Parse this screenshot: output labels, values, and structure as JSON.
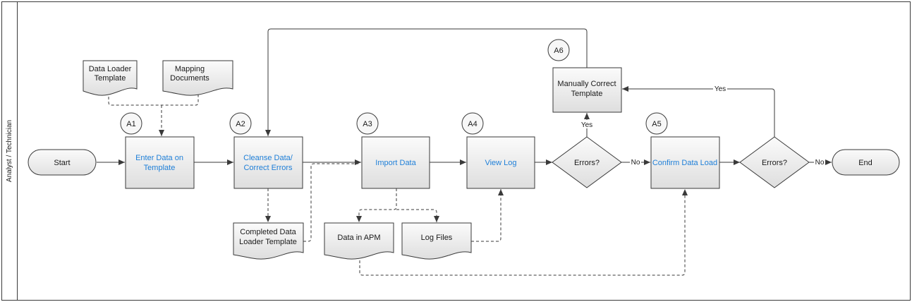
{
  "lane": {
    "label": "Analyst / Technician"
  },
  "start": "Start",
  "end": "End",
  "docs": {
    "data_loader_template": [
      "Data Loader",
      "Template"
    ],
    "mapping_documents": [
      "Mapping",
      "Documents"
    ],
    "completed_template": [
      "Completed Data",
      "Loader Template"
    ],
    "data_in_apm": "Data in APM",
    "log_files": "Log Files"
  },
  "steps": {
    "a1": {
      "id": "A1",
      "label": [
        "Enter Data on",
        "Template"
      ]
    },
    "a2": {
      "id": "A2",
      "label": [
        "Cleanse Data/",
        "Correct Errors"
      ]
    },
    "a3": {
      "id": "A3",
      "label": "Import Data"
    },
    "a4": {
      "id": "A4",
      "label": "View Log"
    },
    "a5": {
      "id": "A5",
      "label": "Confirm Data Load"
    },
    "a6": {
      "id": "A6",
      "label": [
        "Manually Correct",
        "Template"
      ]
    }
  },
  "decisions": {
    "errors1": "Errors?",
    "errors2": "Errors?"
  },
  "edge_labels": {
    "yes_up": "Yes",
    "no_1": "No",
    "yes_back": "Yes",
    "no_2": "No"
  },
  "colors": {
    "link_text": "#1e7fd8",
    "stroke": "#3a3a3a",
    "fill_light": "#fafafa",
    "fill_dark": "#dcdcdc"
  }
}
